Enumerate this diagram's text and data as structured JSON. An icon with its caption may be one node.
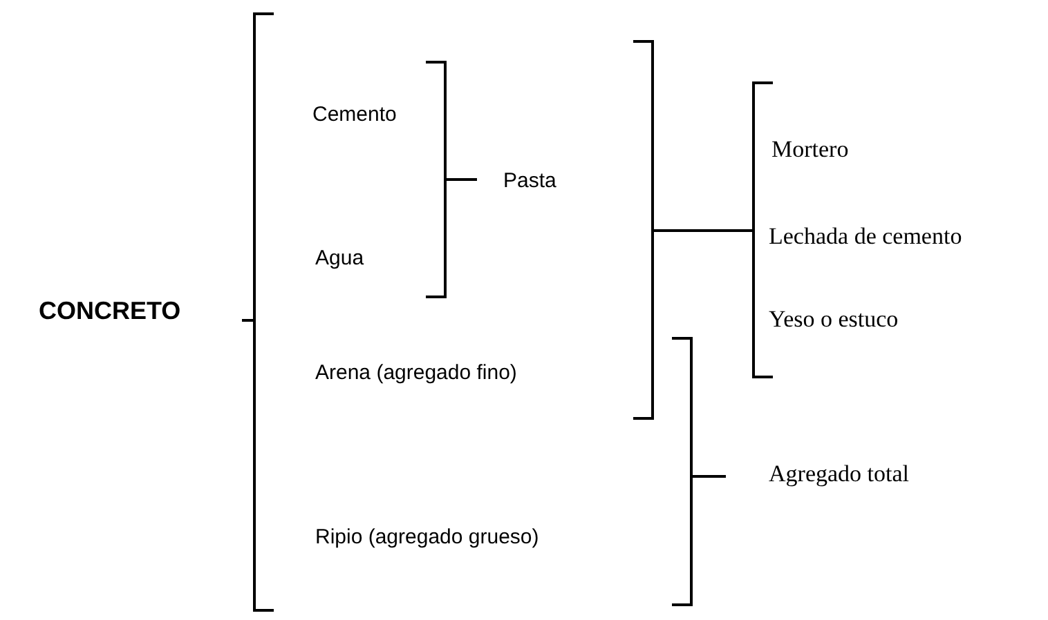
{
  "diagram": {
    "labels": [
      "CONCRETO",
      "Cemento",
      "Agua",
      "Pasta",
      "Arena (agregado fino)",
      "Ripio (agregado grueso)",
      "Mortero",
      "Lechada de cemento",
      "Yeso o estuco",
      "Agregado total"
    ]
  }
}
